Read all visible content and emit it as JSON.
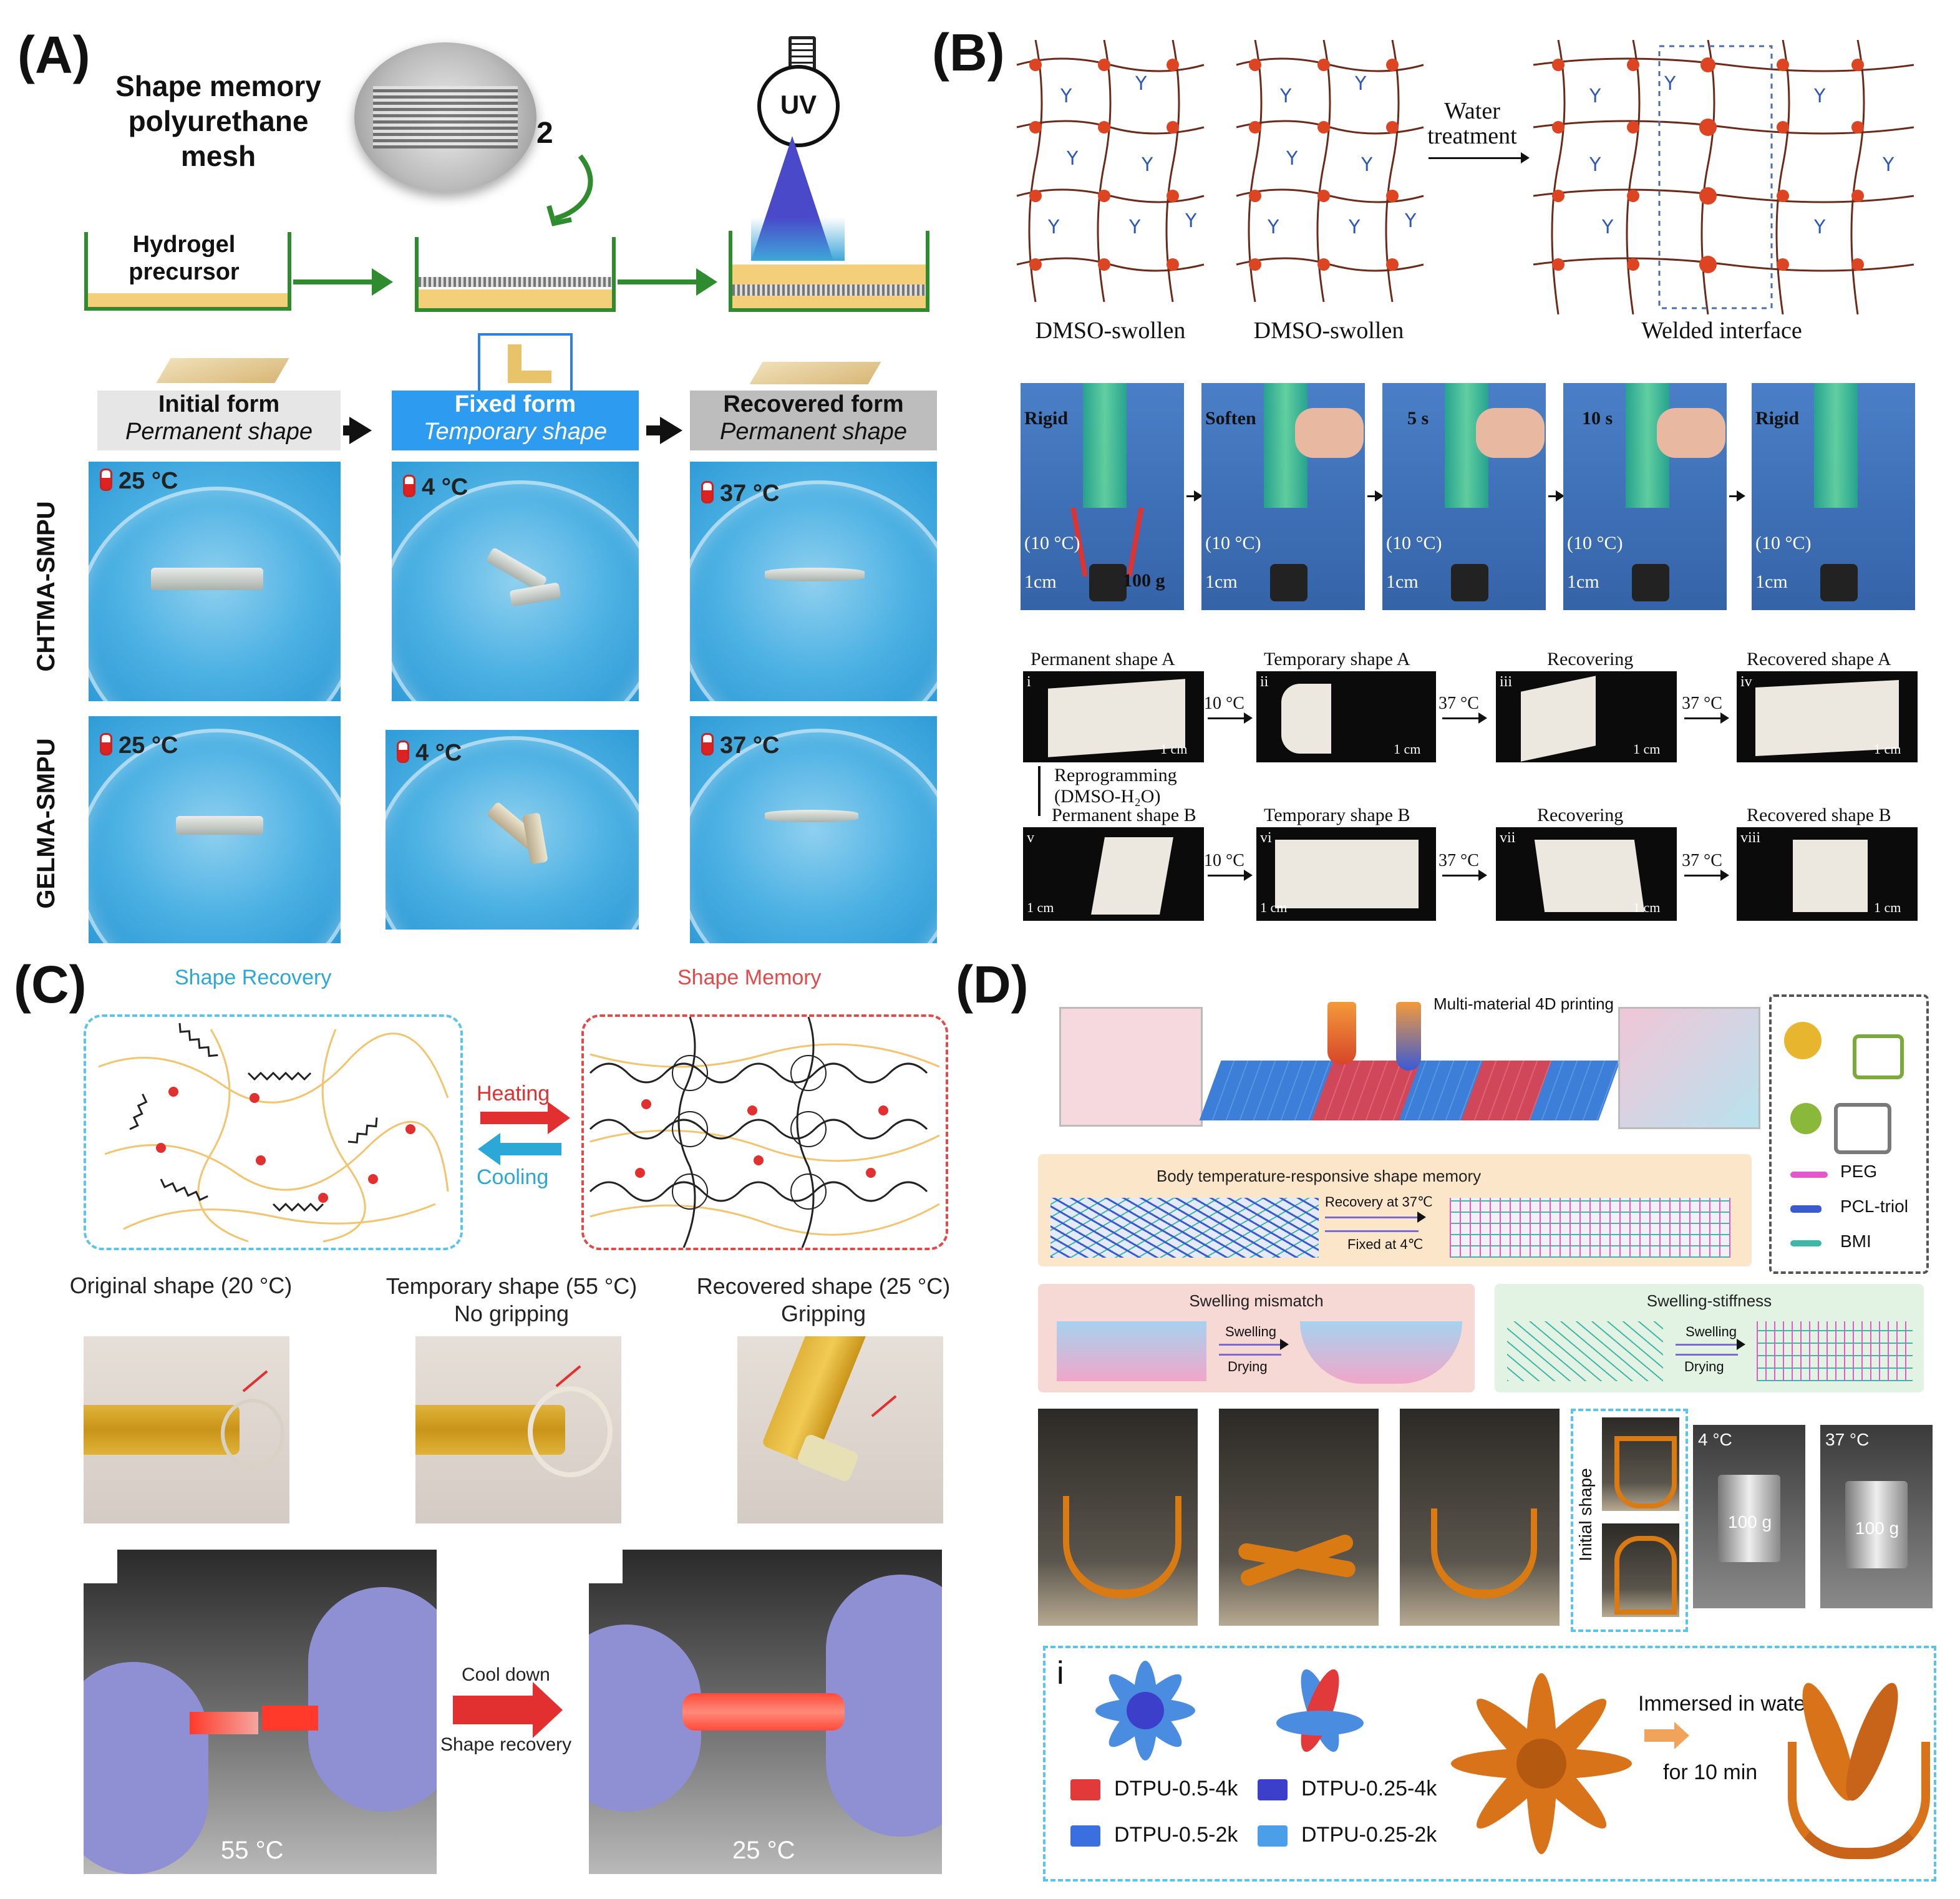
{
  "panels": {
    "A": {
      "letter": "(A)",
      "title_line1": "Shape memory",
      "title_line2": "polyurethane",
      "title_line3": "mesh",
      "step_number": "2",
      "uv": "UV",
      "trough_label_line1": "Hydrogel",
      "trough_label_line2": "precursor",
      "forms": [
        {
          "title": "Initial form",
          "subtitle": "Permanent shape"
        },
        {
          "title": "Fixed form",
          "subtitle": "Temporary shape"
        },
        {
          "title": "Recovered form",
          "subtitle": "Permanent shape"
        }
      ],
      "rows": [
        {
          "label": "CHTMA-SMPU",
          "temps": [
            "25 °C",
            "4 °C",
            "37 °C"
          ]
        },
        {
          "label": "GELMA-SMPU",
          "temps": [
            "25 °C",
            "4 °C",
            "37 °C"
          ]
        }
      ]
    },
    "B": {
      "letter": "(B)",
      "water_treatment_line1": "Water",
      "water_treatment_line2": "treatment",
      "network_labels": [
        "DMSO-swollen",
        "DMSO-swollen",
        "Welded interface"
      ],
      "photos": [
        {
          "state": "Rigid",
          "temp": "(10 °C)",
          "scale": "1cm",
          "weight": "100 g"
        },
        {
          "state": "Soften",
          "temp": "(10 °C)",
          "scale": "1cm"
        },
        {
          "state": "5 s",
          "temp": "(10 °C)",
          "scale": "1cm"
        },
        {
          "state": "10 s",
          "temp": "(10 °C)",
          "scale": "1cm"
        },
        {
          "state": "Rigid",
          "temp": "(10 °C)",
          "scale": "1cm"
        }
      ],
      "seq_row1": [
        {
          "roman": "i",
          "title": "Permanent shape A",
          "scale": "1 cm"
        },
        {
          "roman": "ii",
          "title": "Temporary shape A",
          "scale": "1 cm"
        },
        {
          "roman": "iii",
          "title": "Recovering",
          "scale": "1 cm"
        },
        {
          "roman": "iv",
          "title": "Recovered shape A",
          "scale": "1 cm"
        }
      ],
      "seq_row2": [
        {
          "roman": "v",
          "title": "Permanent shape B",
          "scale": "1 cm"
        },
        {
          "roman": "vi",
          "title": "Temporary shape B",
          "scale": "1 cm"
        },
        {
          "roman": "vii",
          "title": "Recovering",
          "scale": "1 cm"
        },
        {
          "roman": "viii",
          "title": "Recovered shape B",
          "scale": "1 cm"
        }
      ],
      "arrow_temps": [
        "10 °C",
        "37 °C",
        "37 °C"
      ],
      "reprogramming_line1": "Reprogramming",
      "reprogramming_line2": "(DMSO-H₂O)"
    },
    "C": {
      "letter": "(C)",
      "shape_recovery": "Shape Recovery",
      "shape_memory": "Shape Memory",
      "heating": "Heating",
      "cooling": "Cooling",
      "captions": [
        {
          "line1": "Original shape (20 °C)",
          "line2": ""
        },
        {
          "line1": "Temporary shape (55 °C)",
          "line2": "No gripping"
        },
        {
          "line1": "Recovered shape (25 °C)",
          "line2": "Gripping"
        }
      ],
      "cool_down": "Cool down",
      "shape_recovery_arrow": "Shape recovery",
      "photo_temps": [
        "55 °C",
        "25 °C"
      ]
    },
    "D": {
      "letter": "(D)",
      "printing_label": "Multi-material 4D printing",
      "body_temp_title": "Body temperature-responsive shape memory",
      "recovery_at": "Recovery at 37℃",
      "fixed_at": "Fixed at 4℃",
      "legend": [
        {
          "label": "PEG",
          "color": "#e05ac8"
        },
        {
          "label": "PCL-triol",
          "color": "#3a5bd0"
        },
        {
          "label": "BMI",
          "color": "#3fb7a6"
        }
      ],
      "swelling_mismatch": "Swelling mismatch",
      "swelling_stiffness": "Swelling-stiffness",
      "swelling": "Swelling",
      "drying": "Drying",
      "initial_shape": "Initial shape",
      "weight_temps": [
        "4 °C",
        "37 °C"
      ],
      "weight_labels": [
        "100 g",
        "100 g"
      ],
      "sub_i": "i",
      "materials": [
        "DTPU-0.5-4k",
        "DTPU-0.25-4k",
        "DTPU-0.5-2k",
        "DTPU-0.25-2k"
      ],
      "material_colors": [
        "#e23a3a",
        "#3b3fc9",
        "#3b6fe0",
        "#4a9fe8"
      ],
      "immersed_line1": "Immersed in water",
      "immersed_line2": "for 10 min"
    }
  }
}
